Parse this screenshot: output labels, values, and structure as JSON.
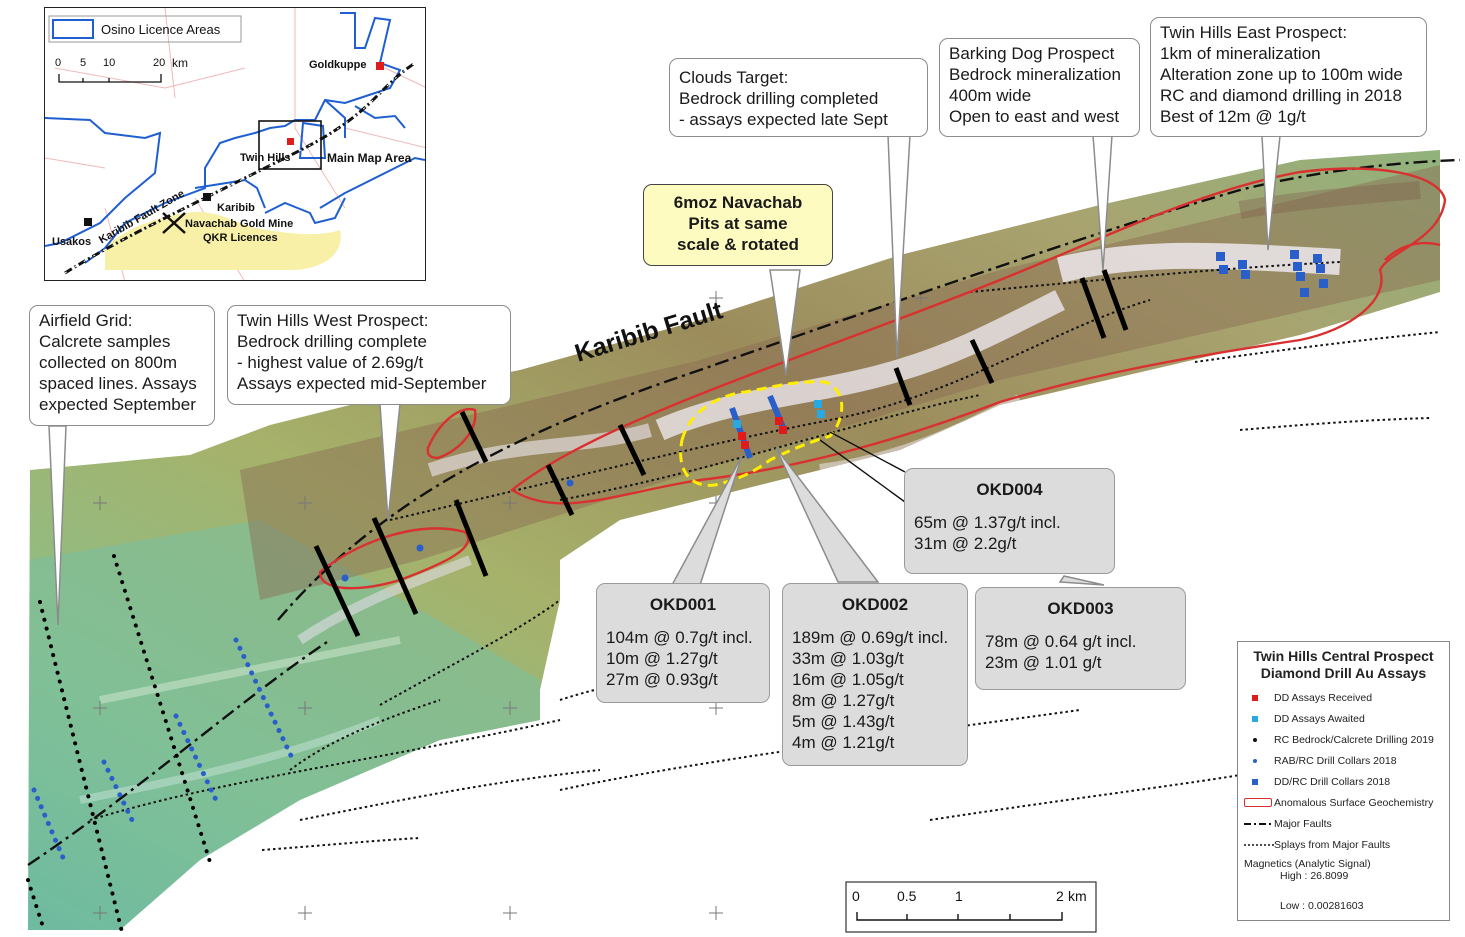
{
  "map": {
    "fault_label": "Karibib Fault"
  },
  "callouts": {
    "airfield": [
      "Airfield Grid:",
      "Calcrete samples",
      "collected on 800m",
      "spaced lines. Assays",
      "expected September"
    ],
    "twin_west": [
      "Twin Hills West Prospect:",
      "Bedrock drilling complete",
      "- highest value of 2.69g/t",
      "Assays expected mid-September"
    ],
    "clouds": [
      "Clouds Target:",
      "Bedrock drilling completed",
      "- assays expected  late Sept"
    ],
    "barking": [
      "Barking Dog Prospect",
      "Bedrock mineralization",
      "400m wide",
      "Open to east and west"
    ],
    "twin_east": [
      "Twin Hills East Prospect:",
      "1km of mineralization",
      "Alteration zone up to 100m wide",
      "RC and diamond drilling in 2018",
      "Best of 12m @ 1g/t"
    ],
    "navachab": [
      "6moz Navachab",
      "Pits at same",
      "scale & rotated"
    ]
  },
  "drill_boxes": {
    "okd001": {
      "title": "OKD001",
      "lines": [
        "104m @ 0.7g/t incl.",
        "10m @ 1.27g/t",
        "27m @ 0.93g/t"
      ]
    },
    "okd002": {
      "title": "OKD002",
      "lines": [
        "189m @ 0.69g/t incl.",
        "33m @ 1.03g/t",
        "16m @ 1.05g/t",
        "8m @ 1.27g/t",
        "5m @ 1.43g/t",
        "4m @ 1.21g/t"
      ]
    },
    "okd003": {
      "title": "OKD003",
      "lines": [
        "78m @ 0.64 g/t incl.",
        "23m @ 1.01 g/t"
      ]
    },
    "okd004": {
      "title": "OKD004",
      "lines": [
        "65m @ 1.37g/t  incl.",
        "31m @ 2.2g/t"
      ]
    }
  },
  "inset": {
    "legend_label": "Osino Licence Areas",
    "scale_ticks": [
      "0",
      "5",
      "10",
      "20"
    ],
    "scale_unit": "km",
    "places": {
      "goldkuppe": "Goldkuppe",
      "twin_hills": "Twin Hills",
      "main_map": "Main Map Area",
      "fault_zone": "Karibib Fault Zone",
      "karibib": "Karibib",
      "navachab": "Navachab Gold Mine",
      "qkr": "QKR Licences",
      "usakos": "Usakos"
    },
    "colors": {
      "licence": "#1f5fd1",
      "qkr": "#f7f0a6",
      "site": "#e01b1b"
    }
  },
  "legend": {
    "title": [
      "Twin Hills Central Prospect",
      "Diamond Drill Au Assays"
    ],
    "items": [
      {
        "label": "DD Assays Received",
        "symbol": "square-red-icon"
      },
      {
        "label": "DD Assays Awaited",
        "symbol": "square-cyan-icon"
      },
      {
        "label": "RC Bedrock/Calcrete Drilling 2019",
        "symbol": "dot-black-icon"
      },
      {
        "label": "RAB/RC Drill Collars 2018",
        "symbol": "dot-blue-icon"
      },
      {
        "label": "DD/RC Drill Collars 2018",
        "symbol": "square-blue-icon"
      },
      {
        "label": "Anomalous Surface Geochemistry",
        "symbol": "red-box-icon"
      },
      {
        "label": "Major Faults",
        "symbol": "dash-dot-line-icon"
      },
      {
        "label": "Splays from Major Faults",
        "symbol": "dotted-line-icon"
      }
    ],
    "magnetics_title": "Magnetics (Analytic Signal)",
    "high": "High : 26.8099",
    "low": "Low : 0.00281603"
  },
  "scale_bar": {
    "ticks": [
      "0",
      "0.5",
      "1",
      "2"
    ],
    "unit": "km"
  },
  "colors": {
    "assay_received": "#e01b1b",
    "assay_awaited": "#27aae1",
    "collar_blue": "#2a5fc9",
    "anomaly": "#d93030"
  }
}
